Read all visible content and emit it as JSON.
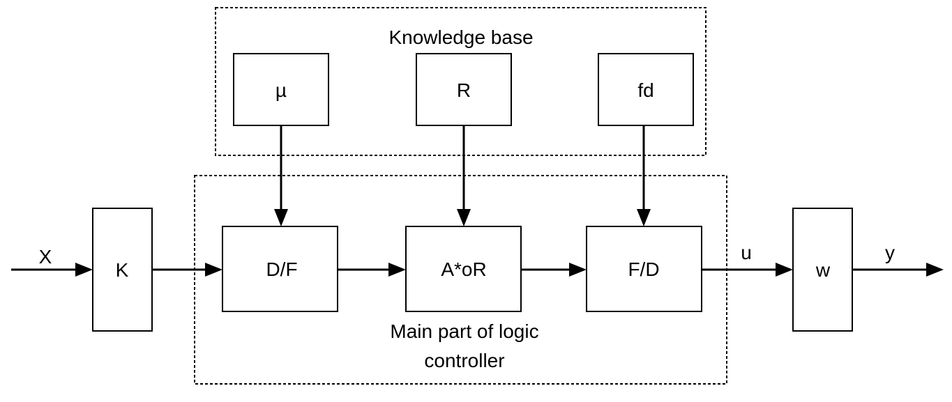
{
  "groups": {
    "knowledge_base": {
      "label": "Knowledge base"
    },
    "main_part": {
      "label_line1": "Main part of logic",
      "label_line2": "controller"
    }
  },
  "blocks": {
    "mu": "µ",
    "r": "R",
    "fd": "fd",
    "k": "K",
    "df": "D/F",
    "aor": "A*oR",
    "fdec": "F/D",
    "w": "w"
  },
  "signals": {
    "x": "X",
    "u": "u",
    "y": "y"
  }
}
